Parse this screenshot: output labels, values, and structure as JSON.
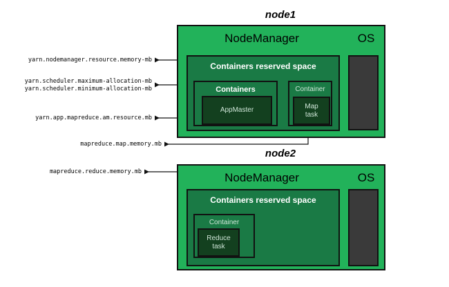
{
  "diagram": {
    "title_node1": "node1",
    "title_node2": "node2",
    "nodemanager_label": "NodeManager",
    "os_label": "OS",
    "reserved_space_label": "Containers reserved space",
    "containers_label": "Containers",
    "container_label": "Container",
    "appmaster_label": "AppMaster",
    "map_task_label": "Map task",
    "reduce_task_label": "Reduce task",
    "colors": {
      "node_green": "#22b25a",
      "reserved_green": "#1a7a45",
      "task_dark_green": "#13401f",
      "os_dark": "#3a3a3a",
      "stroke": "#111111",
      "background": "#ffffff",
      "label_text": "#000000",
      "inner_text": "#cfe6d8"
    }
  },
  "properties": {
    "nodemanager_memory": "yarn.nodemanager.resource.memory-mb",
    "scheduler_maximum": "yarn.scheduler.maximum-allocation-mb",
    "scheduler_minimum": "yarn.scheduler.minimum-allocation-mb",
    "am_resource": "yarn.app.mapreduce.am.resource.mb",
    "map_memory": "mapreduce.map.memory.mb",
    "reduce_memory": "mapreduce.reduce.memory.mb"
  }
}
